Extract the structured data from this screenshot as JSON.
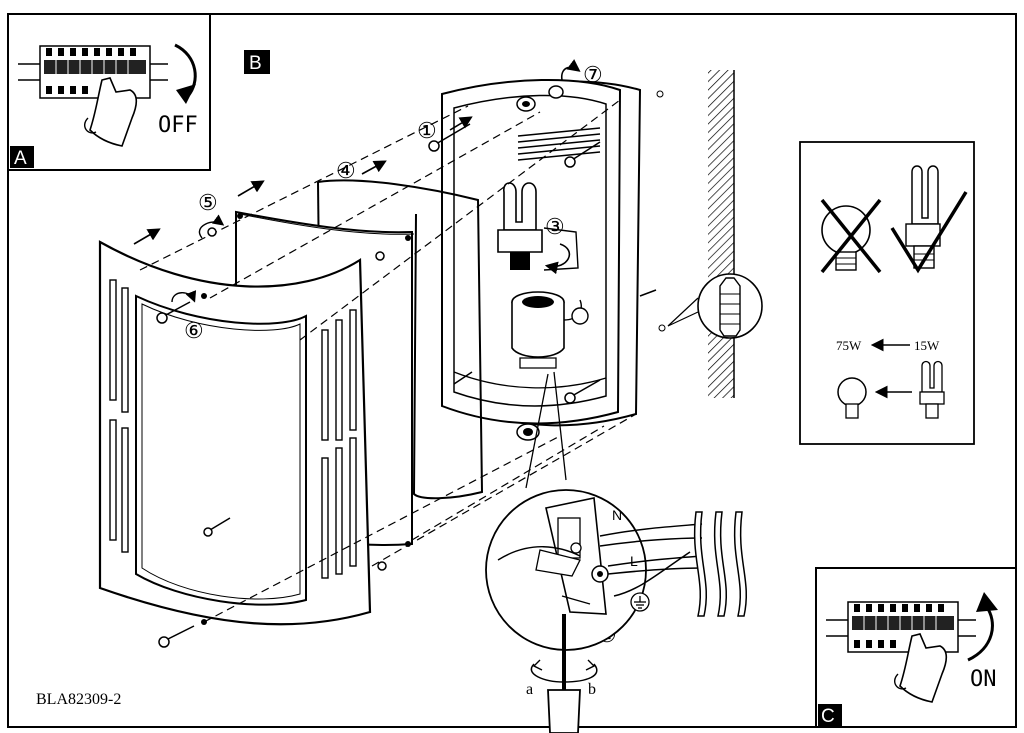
{
  "panels": {
    "a": {
      "letter": "A",
      "state_label": "OFF"
    },
    "b": {
      "letter": "B"
    },
    "c": {
      "letter": "C",
      "state_label": "ON"
    }
  },
  "steps": [
    "①",
    "②",
    "③",
    "④",
    "⑤",
    "⑥",
    "⑦"
  ],
  "wires": {
    "neutral": "N",
    "live": "L"
  },
  "screwdriver": {
    "dir_a": "a",
    "dir_b": "b"
  },
  "bulb_panel": {
    "watt_high": "75W",
    "watt_low": "15W"
  },
  "doc_code": "BLA82309-2"
}
